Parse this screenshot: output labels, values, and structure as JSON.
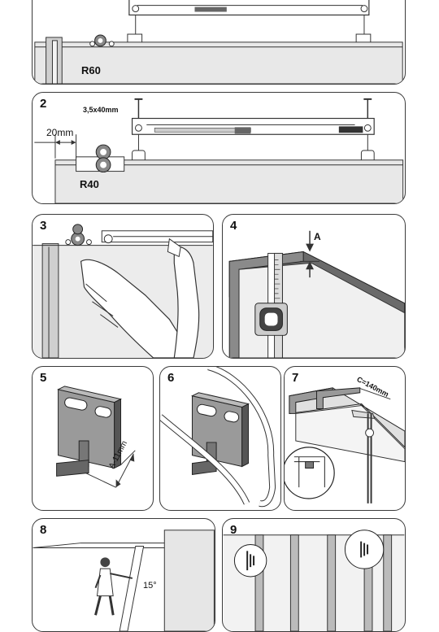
{
  "steps": [
    {
      "number": "",
      "label": "R60"
    },
    {
      "number": "2",
      "label": "R40",
      "screw": "3,5x40mm",
      "gap": "20mm"
    },
    {
      "number": "3"
    },
    {
      "number": "4",
      "marker": "A"
    },
    {
      "number": "5",
      "measure": "A-11mm"
    },
    {
      "number": "6"
    },
    {
      "number": "7",
      "measure": "C=140mm"
    },
    {
      "number": "8",
      "angle": "15°"
    },
    {
      "number": "9"
    }
  ],
  "colors": {
    "outline": "#3a3a3a",
    "fill_light": "#e6e6e6",
    "fill_mid": "#9a9a9a",
    "fill_dark": "#555555"
  }
}
